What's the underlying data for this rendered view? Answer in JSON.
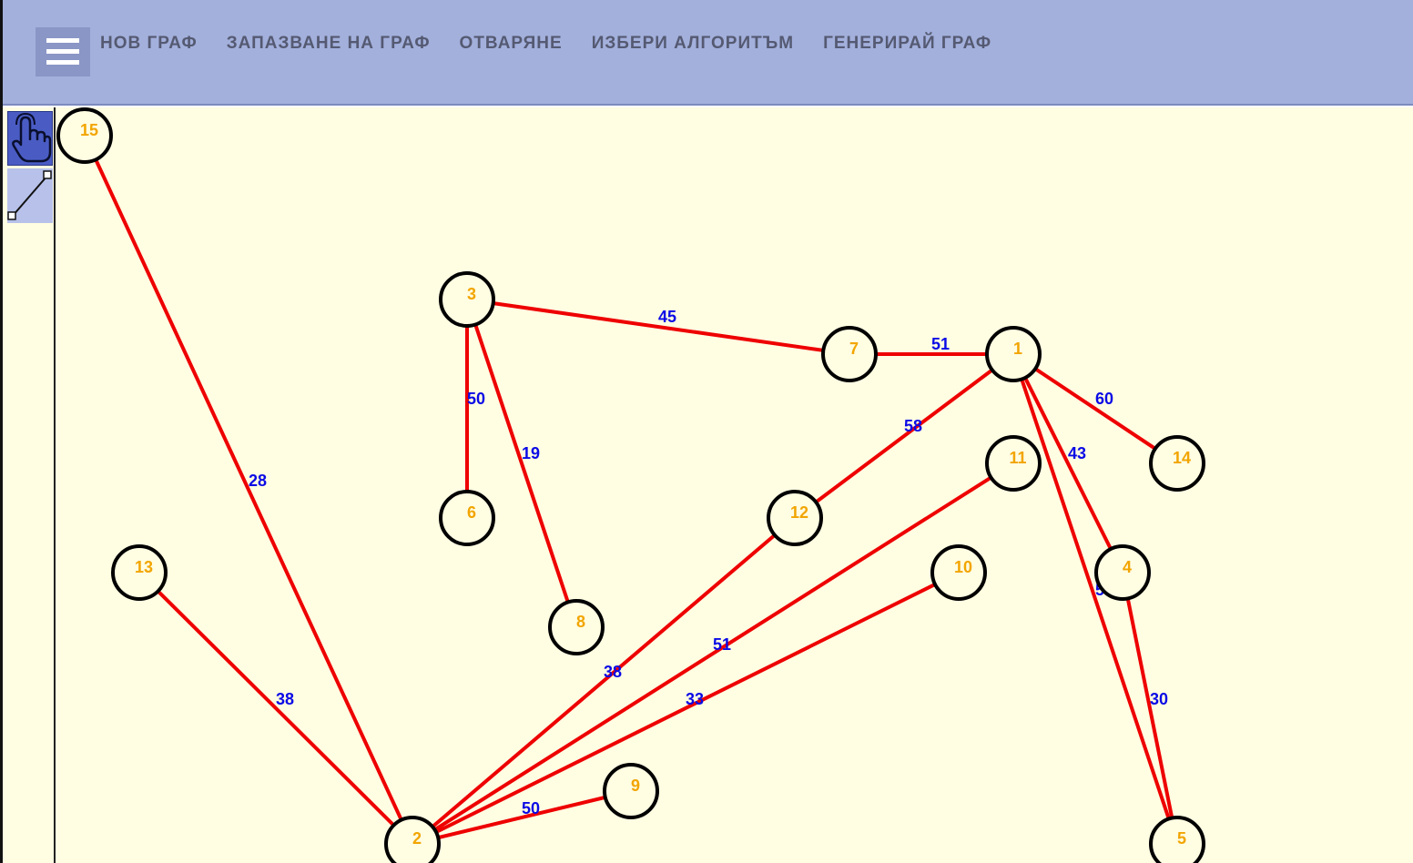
{
  "toolbar_menu": {
    "items": [
      {
        "id": "new-graph",
        "label": "НОВ ГРАФ"
      },
      {
        "id": "save-graph",
        "label": "ЗАПАЗВАНЕ НА ГРАФ"
      },
      {
        "id": "open",
        "label": "ОТВАРЯНЕ"
      },
      {
        "id": "choose-algorithm",
        "label": "ИЗБЕРИ АЛГОРИТЪМ"
      },
      {
        "id": "generate-graph",
        "label": "ГЕНЕРИРАЙ ГРАФ"
      }
    ]
  },
  "tools": [
    {
      "id": "select",
      "icon": "hand-pointer-icon",
      "active": true
    },
    {
      "id": "edge",
      "icon": "draw-edge-icon",
      "active": false
    }
  ],
  "colors": {
    "node_stroke": "#000000",
    "node_label": "#f2a500",
    "edge": "#ee0000",
    "edge_label": "#0a0ae6",
    "canvas": "#fffde2",
    "topbar": "#a3b0dc"
  },
  "graph": {
    "nodes": [
      {
        "id": "15",
        "label": "15"
      },
      {
        "id": "3",
        "label": "3"
      },
      {
        "id": "7",
        "label": "7"
      },
      {
        "id": "1",
        "label": "1"
      },
      {
        "id": "14",
        "label": "14"
      },
      {
        "id": "11",
        "label": "11"
      },
      {
        "id": "12",
        "label": "12"
      },
      {
        "id": "6",
        "label": "6"
      },
      {
        "id": "13",
        "label": "13"
      },
      {
        "id": "10",
        "label": "10"
      },
      {
        "id": "4",
        "label": "4"
      },
      {
        "id": "8",
        "label": "8"
      },
      {
        "id": "9",
        "label": "9"
      },
      {
        "id": "2",
        "label": "2"
      },
      {
        "id": "5",
        "label": "5"
      }
    ],
    "edges": [
      {
        "from": "15",
        "to": "2",
        "weight": "28"
      },
      {
        "from": "3",
        "to": "7",
        "weight": "45"
      },
      {
        "from": "3",
        "to": "6",
        "weight": "50"
      },
      {
        "from": "3",
        "to": "8",
        "weight": "19"
      },
      {
        "from": "7",
        "to": "1",
        "weight": "51"
      },
      {
        "from": "1",
        "to": "12",
        "weight": "58"
      },
      {
        "from": "1",
        "to": "14",
        "weight": "60"
      },
      {
        "from": "1",
        "to": "4",
        "weight": "43"
      },
      {
        "from": "1",
        "to": "5",
        "weight": "58"
      },
      {
        "from": "4",
        "to": "5",
        "weight": "30"
      },
      {
        "from": "13",
        "to": "2",
        "weight": "38"
      },
      {
        "from": "12",
        "to": "2",
        "weight": "38"
      },
      {
        "from": "11",
        "to": "2",
        "weight": "51"
      },
      {
        "from": "10",
        "to": "2",
        "weight": "33"
      },
      {
        "from": "9",
        "to": "2",
        "weight": "50"
      }
    ]
  }
}
